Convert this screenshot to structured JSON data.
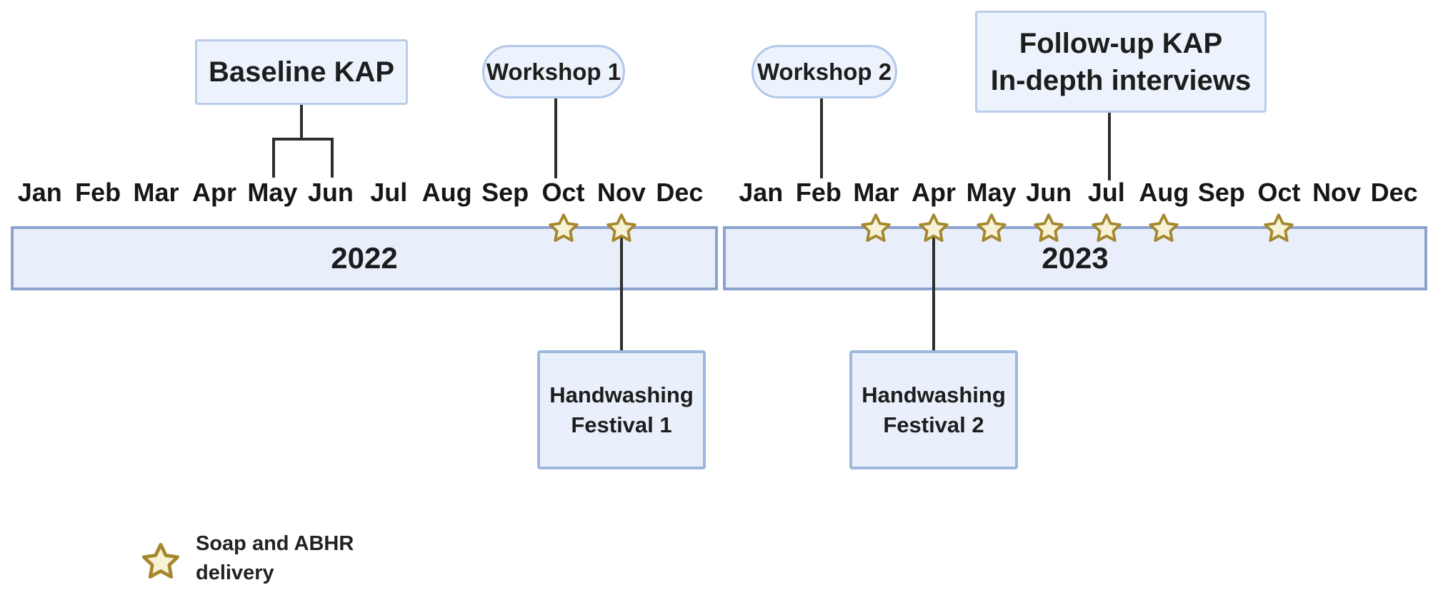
{
  "event_boxes": {
    "baseline": {
      "label": "Baseline KAP"
    },
    "workshop1": {
      "label": "Workshop 1"
    },
    "workshop2": {
      "label": "Workshop 2"
    },
    "followup": {
      "line1": "Follow-up KAP",
      "line2": "In-depth interviews"
    }
  },
  "timeline": {
    "years": [
      {
        "label": "2022",
        "months": [
          "Jan",
          "Feb",
          "Mar",
          "Apr",
          "May",
          "Jun",
          "Jul",
          "Aug",
          "Sep",
          "Oct",
          "Nov",
          "Dec"
        ],
        "star_months": [
          "Oct",
          "Nov"
        ]
      },
      {
        "label": "2023",
        "months": [
          "Jan",
          "Feb",
          "Mar",
          "Apr",
          "May",
          "Jun",
          "Jul",
          "Aug",
          "Sep",
          "Oct",
          "Nov",
          "Dec"
        ],
        "star_months": [
          "Mar",
          "Apr",
          "May",
          "Jun",
          "Jul",
          "Aug",
          "Oct"
        ]
      }
    ]
  },
  "festivals": [
    {
      "line1": "Handwashing",
      "line2": "Festival 1"
    },
    {
      "line1": "Handwashing",
      "line2": "Festival 2"
    }
  ],
  "legend": {
    "line1": "Soap and ABHR",
    "line2": "delivery"
  },
  "colors": {
    "box_fill": "#edf3fc",
    "box_border": "#b9cce9",
    "bar_fill": "#e9effa",
    "bar_border": "#8ca3cf",
    "festival_border": "#9db7de",
    "connector": "#2d2d2d",
    "star_fill": "#f7f2d6",
    "star_stroke": "#a5872e",
    "text": "#161616"
  }
}
